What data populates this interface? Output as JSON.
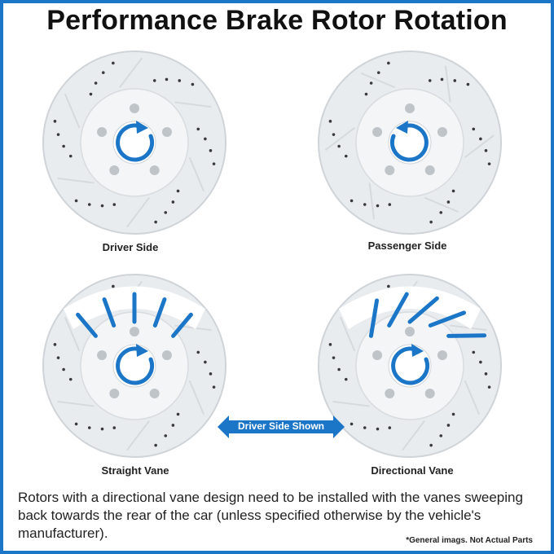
{
  "title": "Performance Brake Rotor Rotation",
  "rotors": [
    {
      "caption": "Driver Side",
      "direction": "clockwise",
      "vanes": "none"
    },
    {
      "caption": "Passenger Side",
      "direction": "counterclockwise",
      "vanes": "none"
    },
    {
      "caption": "Straight Vane",
      "direction": "clockwise",
      "vanes": "straight"
    },
    {
      "caption": "Directional Vane",
      "direction": "clockwise",
      "vanes": "directional"
    }
  ],
  "badge": {
    "label": "Driver Side Shown"
  },
  "description": "Rotors with a directional vane design need to be installed with the vanes sweeping back towards the rear of the car (unless specified otherwise by the vehicle's manufacturer).",
  "footnote": "*General imags. Not Actual Parts",
  "colors": {
    "accent": "#1b76c8",
    "rotor": "#e9ecef",
    "rotor_edge": "#cfd4d9",
    "hub": "#f4f5f6",
    "hole": "#3a3a3a"
  }
}
